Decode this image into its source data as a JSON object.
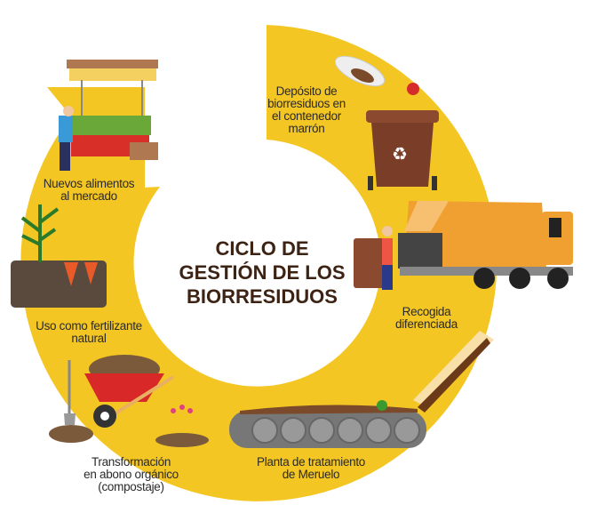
{
  "title": [
    "CICLO DE",
    "GESTIÓN DE LOS",
    "BIORRESIDUOS"
  ],
  "steps": [
    {
      "label": [
        "Depósito de",
        "biorresiduos en",
        "el contenedor",
        "marrón"
      ]
    },
    {
      "label": [
        "Recogida",
        "diferenciada"
      ]
    },
    {
      "label": [
        "Planta de tratamiento",
        "de Meruelo"
      ]
    },
    {
      "label": [
        "Transformación",
        "en abono orgánico",
        "(compostaje)"
      ]
    },
    {
      "label": [
        "Uso como fertilizante",
        "natural"
      ]
    },
    {
      "label": [
        "Nuevos alimentos",
        "al mercado"
      ]
    }
  ],
  "colors": {
    "ring": "#f4c623",
    "title": "#3d2314",
    "bin": "#8b4a30",
    "truck": "#f0a030"
  }
}
